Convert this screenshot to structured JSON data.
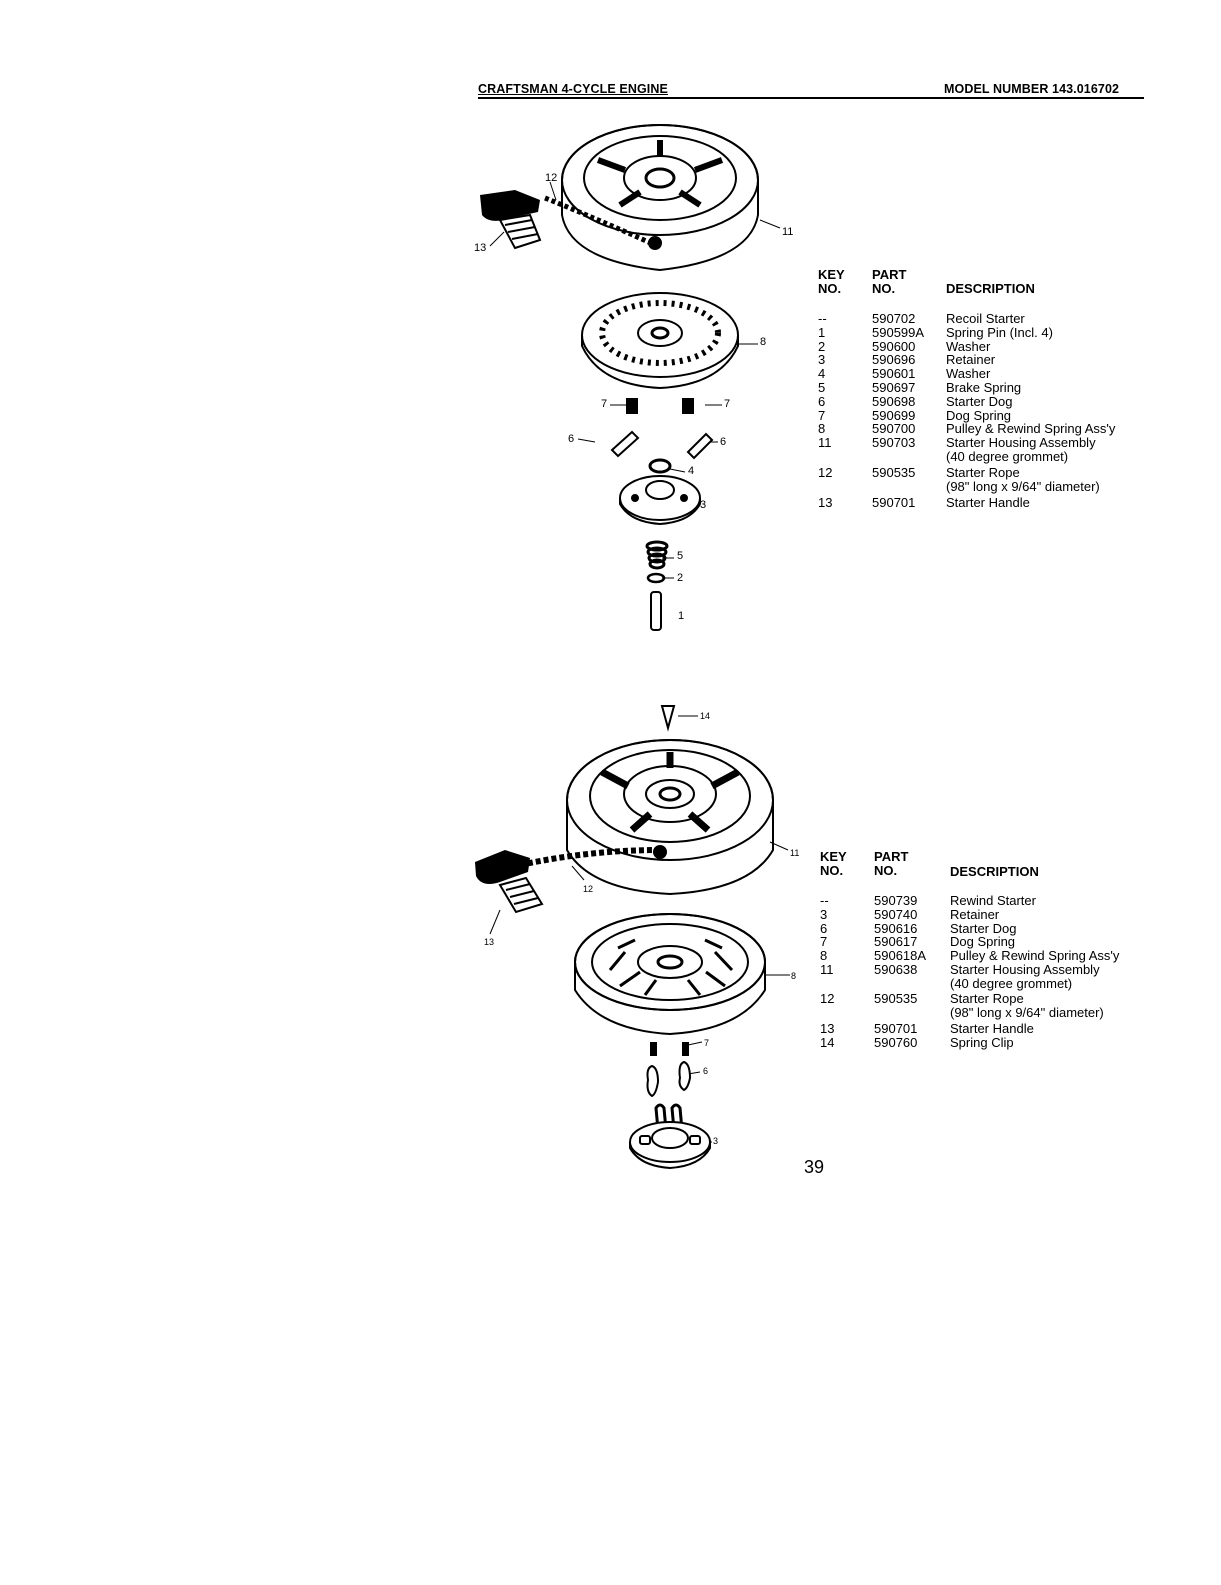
{
  "header": {
    "left": "CRAFTSMAN 4-CYCLE ENGINE",
    "right": "MODEL NUMBER 143.016702"
  },
  "table_top": {
    "headers": {
      "key_line1": "KEY",
      "key_line2": "NO.",
      "part_line1": "PART",
      "part_line2": "NO.",
      "desc": "DESCRIPTION"
    },
    "rows": [
      {
        "key": "--",
        "part": "590702",
        "desc": "Recoil Starter"
      },
      {
        "key": "1",
        "part": "590599A",
        "desc": "Spring Pin (Incl. 4)"
      },
      {
        "key": "2",
        "part": "590600",
        "desc": "Washer"
      },
      {
        "key": "3",
        "part": "590696",
        "desc": "Retainer"
      },
      {
        "key": "4",
        "part": "590601",
        "desc": "Washer"
      },
      {
        "key": "5",
        "part": "590697",
        "desc": "Brake Spring"
      },
      {
        "key": "6",
        "part": "590698",
        "desc": "Starter Dog"
      },
      {
        "key": "7",
        "part": "590699",
        "desc": "Dog Spring"
      },
      {
        "key": "8",
        "part": "590700",
        "desc": "Pulley & Rewind Spring Ass'y"
      },
      {
        "key": "11",
        "part": "590703",
        "desc": "Starter Housing Assembly"
      },
      {
        "key": "",
        "part": "",
        "desc": "(40 degree grommet)"
      },
      {
        "key": "12",
        "part": "590535",
        "desc": "Starter Rope"
      },
      {
        "key": "",
        "part": "",
        "desc": "(98\" long x 9/64\" diameter)"
      },
      {
        "key": "13",
        "part": "590701",
        "desc": "Starter Handle"
      }
    ]
  },
  "table_bottom": {
    "headers": {
      "key_line1": "KEY",
      "key_line2": "NO.",
      "part_line1": "PART",
      "part_line2": "NO.",
      "desc": "DESCRIPTION"
    },
    "rows": [
      {
        "key": "--",
        "part": "590739",
        "desc": "Rewind Starter"
      },
      {
        "key": "3",
        "part": "590740",
        "desc": "Retainer"
      },
      {
        "key": "6",
        "part": "590616",
        "desc": "Starter Dog"
      },
      {
        "key": "7",
        "part": "590617",
        "desc": "Dog Spring"
      },
      {
        "key": "8",
        "part": "590618A",
        "desc": "Pulley & Rewind Spring Ass'y"
      },
      {
        "key": "11",
        "part": "590638",
        "desc": "Starter Housing Assembly"
      },
      {
        "key": "",
        "part": "",
        "desc": "(40 degree grommet)"
      },
      {
        "key": "12",
        "part": "590535",
        "desc": "Starter Rope"
      },
      {
        "key": "",
        "part": "",
        "desc": "(98\" long x 9/64\" diameter)"
      },
      {
        "key": "13",
        "part": "590701",
        "desc": "Starter Handle"
      },
      {
        "key": "14",
        "part": "590760",
        "desc": "Spring Clip"
      }
    ]
  },
  "callouts_top": [
    "12",
    "13",
    "11",
    "8",
    "7",
    "7",
    "6",
    "6",
    "4",
    "3",
    "5",
    "2",
    "1"
  ],
  "callouts_bottom": [
    "14",
    "11",
    "12",
    "13",
    "8",
    "7",
    "6",
    "3"
  ],
  "page_number": "39"
}
